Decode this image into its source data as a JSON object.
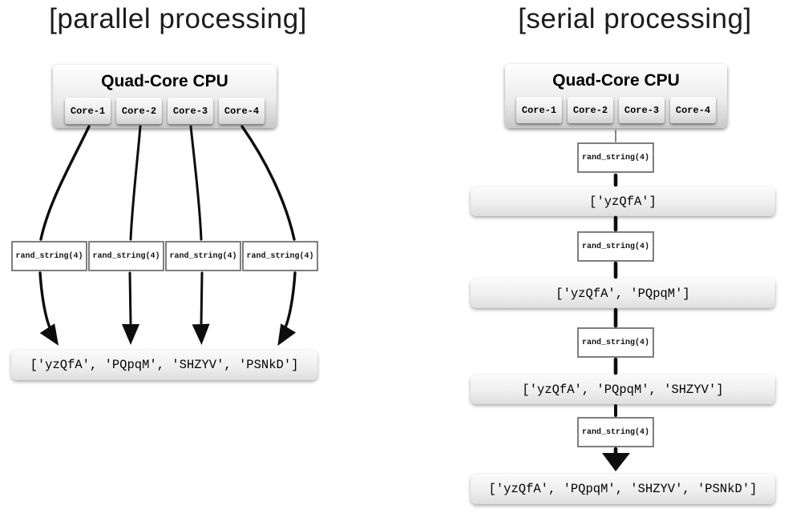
{
  "colors": {
    "background": "#ffffff",
    "box_gradient_top": "#fefefe",
    "box_gradient_bottom": "#c9c9c9",
    "result_gradient_bottom": "#dedede",
    "task_border": "#7e7e7e",
    "ink": "#0d0d0d"
  },
  "panels": [
    {
      "title": "[parallel processing]",
      "cpu": {
        "title": "Quad-Core CPU",
        "cores": [
          "Core-1",
          "Core-2",
          "Core-3",
          "Core-4"
        ]
      },
      "tasks": [
        "rand_string(4)",
        "rand_string(4)",
        "rand_string(4)",
        "rand_string(4)"
      ],
      "result": "['yzQfA', 'PQpqM', 'SHZYV', 'PSNkD']"
    },
    {
      "title": "[serial processing]",
      "cpu": {
        "title": "Quad-Core CPU",
        "cores": [
          "Core-1",
          "Core-2",
          "Core-3",
          "Core-4"
        ]
      },
      "steps": [
        {
          "task": "rand_string(4)",
          "result": "['yzQfA']"
        },
        {
          "task": "rand_string(4)",
          "result": "['yzQfA', 'PQpqM']"
        },
        {
          "task": "rand_string(4)",
          "result": "['yzQfA', 'PQpqM', 'SHZYV']"
        },
        {
          "task": "rand_string(4)",
          "result": "['yzQfA', 'PQpqM', 'SHZYV', 'PSNkD']"
        }
      ]
    }
  ]
}
